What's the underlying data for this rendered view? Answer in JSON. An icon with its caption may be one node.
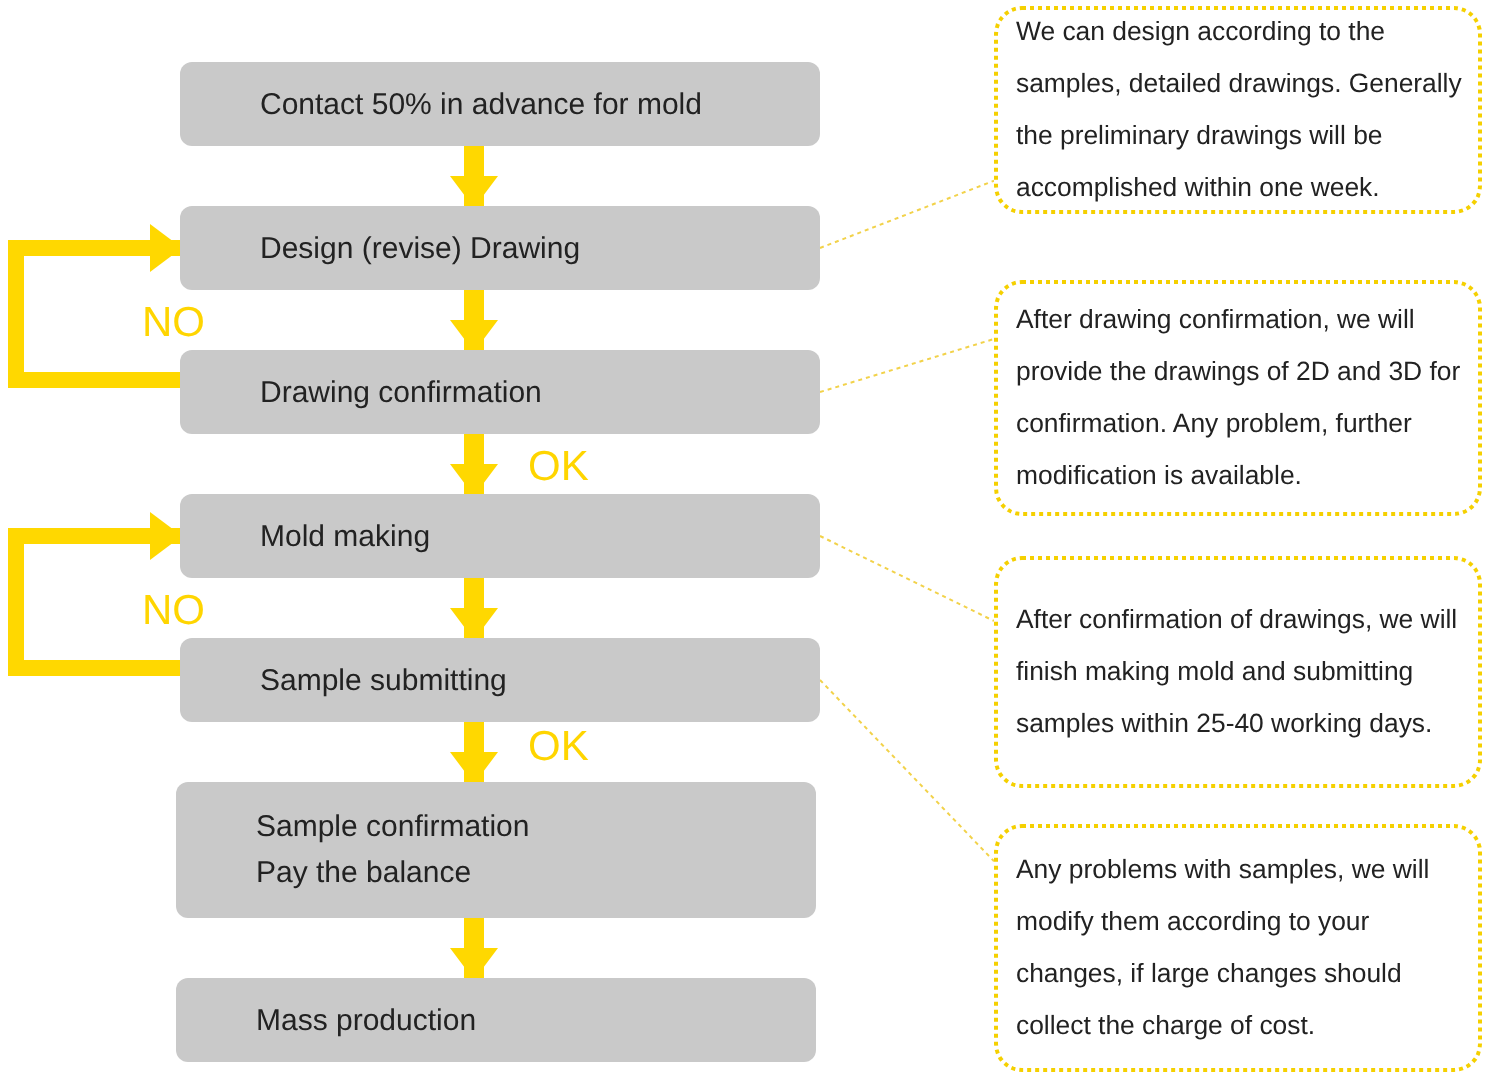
{
  "diagram": {
    "nodes": [
      {
        "text": [
          "Contact 50% in advance for mold"
        ]
      },
      {
        "text": [
          "Design (revise) Drawing"
        ]
      },
      {
        "text": [
          "Drawing confirmation"
        ]
      },
      {
        "text": [
          "Mold making"
        ]
      },
      {
        "text": [
          "Sample submitting"
        ]
      },
      {
        "text": [
          "Sample confirmation",
          "Pay the balance"
        ]
      },
      {
        "text": [
          "Mass production"
        ]
      },
      {
        "text": [
          "We can design according to the samples, detailed drawings. Generally the preliminary drawings will be accomplished within one week."
        ]
      },
      {
        "text": [
          "After drawing confirmation, we will provide the drawings of 2D and 3D for confirmation. Any problem, further modification is available."
        ]
      },
      {
        "text": [
          "After confirmation of drawings, we will finish making mold and submitting samples within 25-40 working days."
        ]
      },
      {
        "text": [
          "Any problems with samples, we will modify them according to your changes, if large changes should collect the charge of cost."
        ]
      }
    ],
    "edges": [
      {
        "from": 0,
        "to": 1,
        "arrow": "to"
      },
      {
        "from": 1,
        "to": 2,
        "arrow": "to"
      },
      {
        "from": 2,
        "to": 1,
        "arrow": "to",
        "label": "NO"
      },
      {
        "from": 2,
        "to": 3,
        "arrow": "to",
        "label": "OK"
      },
      {
        "from": 3,
        "to": 4,
        "arrow": "to"
      },
      {
        "from": 4,
        "to": 3,
        "arrow": "to",
        "label": "NO"
      },
      {
        "from": 4,
        "to": 5,
        "arrow": "to",
        "label": "OK"
      },
      {
        "from": 5,
        "to": 6,
        "arrow": "to"
      },
      {
        "from": 1,
        "to": 7,
        "arrow": "none",
        "style": "dashed"
      },
      {
        "from": 2,
        "to": 8,
        "arrow": "none",
        "style": "dashed"
      },
      {
        "from": 3,
        "to": 9,
        "arrow": "none",
        "style": "dashed"
      },
      {
        "from": 4,
        "to": 10,
        "arrow": "none",
        "style": "dashed"
      }
    ]
  }
}
